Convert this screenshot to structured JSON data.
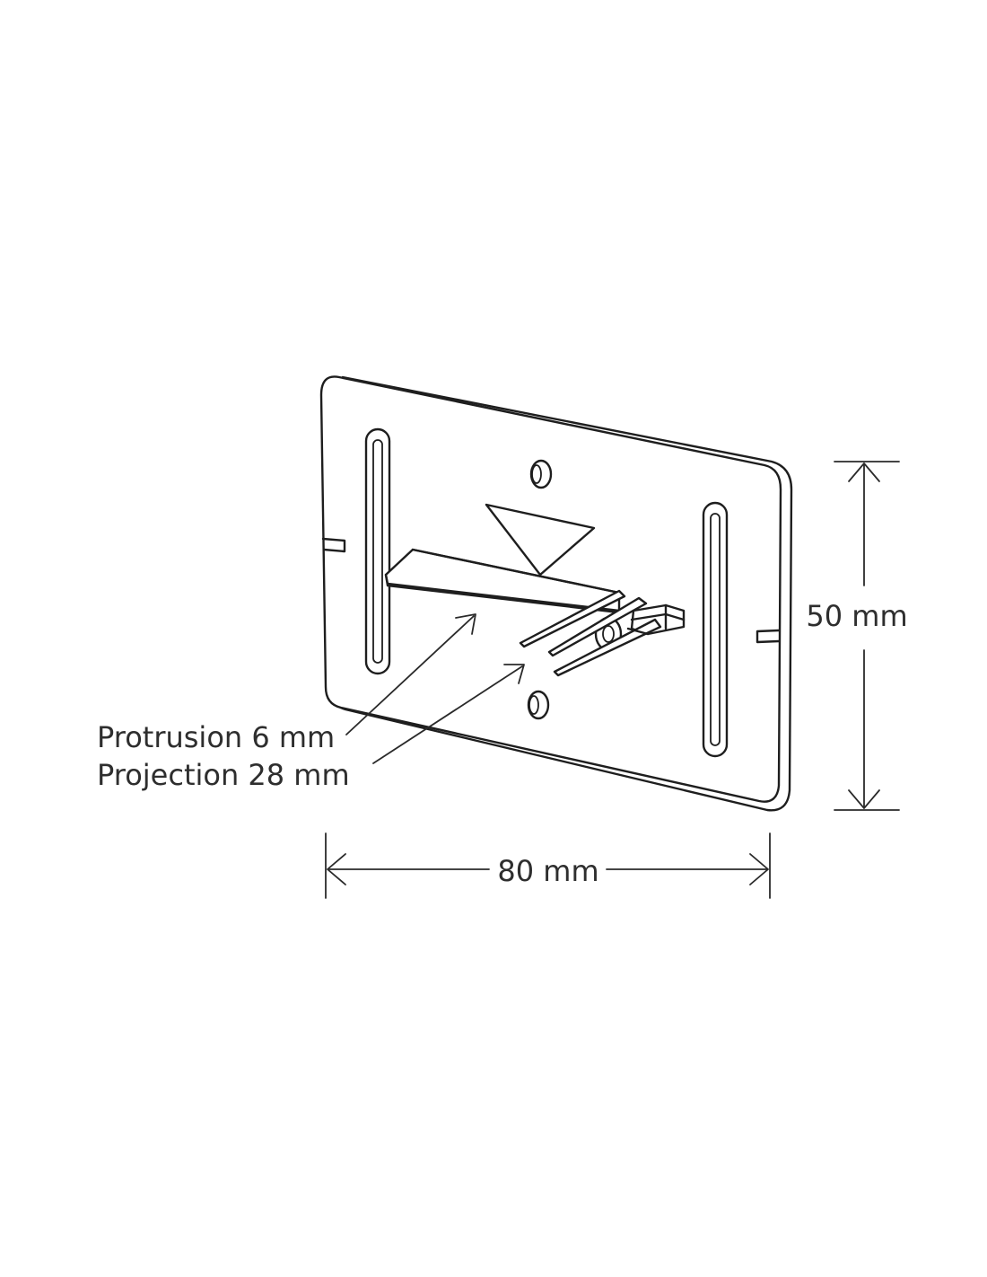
{
  "dimensions": {
    "height_label": "50 mm",
    "width_label": "80 mm"
  },
  "callouts": {
    "protrusion_label": "Protrusion 6 mm",
    "projection_label": "Projection 28 mm"
  },
  "colors": {
    "line": "#1e1e1e",
    "text": "#2e2e2e",
    "background": "#ffffff"
  }
}
